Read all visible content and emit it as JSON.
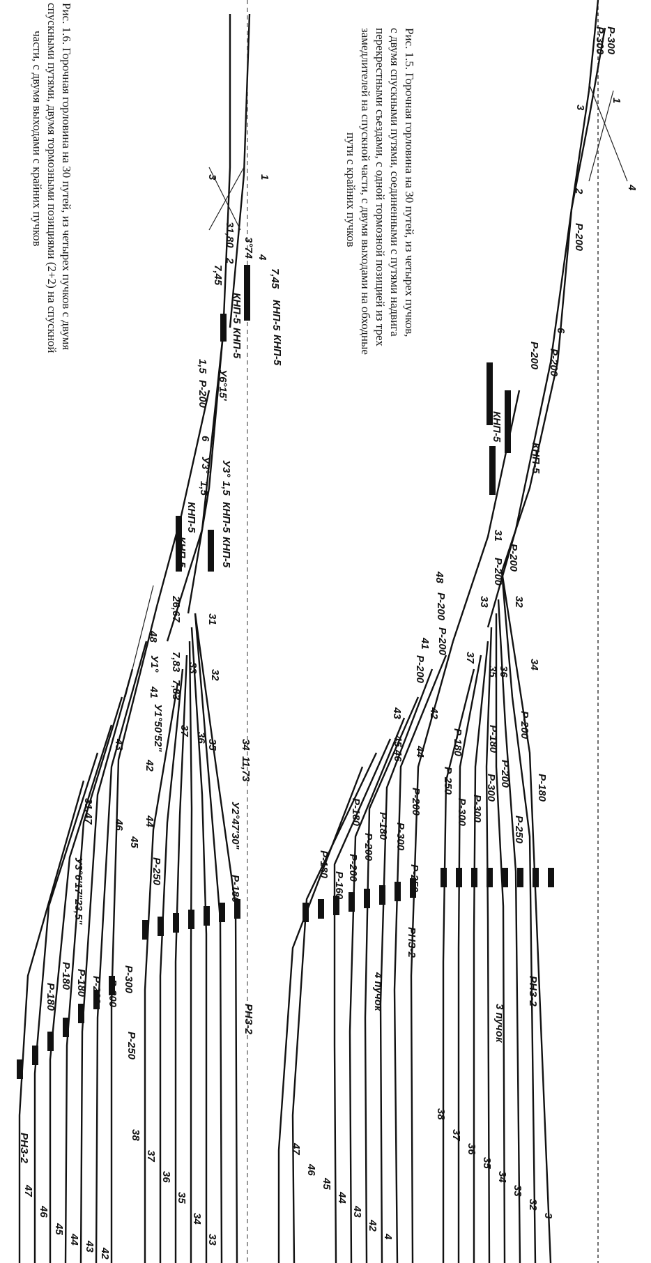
{
  "figure_1_5": {
    "caption_lines": [
      "Рис. 1.5. Горочная горловина на 30 путей, из четырех пучков,",
      "с двумя спускными путями, соединенными с путями надвига",
      "перекрестными съездами, с одной тормозной позицией из трех",
      "замедлителей на спускной части, с двумя выходами на обходные",
      "пути с крайних пучков"
    ],
    "labels": {
      "r300a": "Р-300",
      "r300b": "Р-300",
      "s1": "1",
      "s3": "3",
      "s2": "2",
      "s4": "4",
      "r200a": "Р-200",
      "s6": "6",
      "r200b": "Р-200",
      "r200c": "Р-200",
      "knp5a": "КНП-5",
      "knp5b": "КНП-5",
      "s31": "31",
      "r200d": "Р-200",
      "r200e": "Р-200",
      "s33": "33",
      "s32": "32",
      "s48": "48",
      "r200f": "Р-200",
      "s41": "41",
      "r200g": "Р-200",
      "r200h": "Р-200",
      "s43": "43",
      "s42": "42",
      "s37": "37",
      "s35": "35",
      "s36": "36",
      "s34": "34",
      "s44": "44",
      "s4546": "45 46",
      "r180a": "Р-180",
      "r200i": "Р-200",
      "r180b": "Р-180",
      "r200j": "Р-200",
      "r180c": "Р-180",
      "r300c": "Р-300",
      "r250a": "Р-250",
      "r300d": "Р-300",
      "r300e": "Р-300",
      "r250b": "Р-250",
      "r200k": "Р-200",
      "r300f": "Р-300",
      "r250c": "Р-250",
      "r180d": "Р-180",
      "r180e": "Р-180",
      "r200l": "Р-200",
      "r200m": "Р-200",
      "r160": "Р-160",
      "r180f": "Р-180",
      "rnz2a": "РНЗ-2",
      "rnz2b": "РНЗ-2",
      "bundle3": "3 пучок",
      "bundle4": "4 пучок",
      "t38": "38",
      "t37": "37",
      "t36": "36",
      "t35": "35",
      "t34": "34",
      "t33": "33",
      "t32": "32",
      "t31": "3",
      "t47": "47",
      "t46": "46",
      "t45": "45",
      "t44": "44",
      "t43": "43",
      "t42": "42",
      "t41": "4"
    }
  },
  "figure_1_6": {
    "caption_lines": [
      "Рис. 1.6. Горочная горловина на 30 путей, из четырех пучков с двумя",
      "спускными путями, двумя тормозными позициями (2+2) на спускной",
      "части, с двумя выходами с крайних пучков"
    ],
    "labels": {
      "s1": "1",
      "s3": "3",
      "s2": "2",
      "s4": "4",
      "d3180": "31,80",
      "d374": "3°74",
      "d745a": "7,45",
      "d745b": "7,45",
      "knp5a": "КНП-5",
      "knp5b": "КНП-5",
      "knp5c": "КНП-5",
      "knp5d": "КНП-5",
      "d15a": "1,5",
      "a615": "У6°15'",
      "r200a": "Р-200",
      "s6": "6",
      "a93": "У3°",
      "d15b": "1,5",
      "a93b": "У3°",
      "d15c": "1,5",
      "knp5e": "КНП-5",
      "knp5f": "КНП-5",
      "knp5g": "КНП-5",
      "knp5h": "КНП-5",
      "d2667": "26,67",
      "s48": "48",
      "a41": "У1°",
      "d783a": "7,83",
      "s33": "33",
      "s31": "31",
      "s32": "32",
      "d783b": "7,83",
      "s41": "41",
      "a4105": "У1°50'52\"",
      "s43": "43",
      "s42": "42",
      "s37": "37",
      "s36": "36",
      "s35": "35",
      "s34": "34",
      "d1173": "11,73",
      "d3147": "31,47",
      "s46": "46",
      "s45": "45",
      "s44": "44",
      "a2": "У2°47'30\"",
      "a3": "У3°6'17\"23,5\"",
      "r180a": "Р-180",
      "r250a": "Р-250",
      "r300a": "Р-300",
      "r200b": "Р-200",
      "r180b": "Р-180",
      "r180c": "Р-180",
      "r200c": "Р-200",
      "r250b": "Р-250",
      "r180d": "Р-180",
      "rnz2a": "РНЗ-2",
      "rnz2b": "РНЗ-2",
      "t38": "38",
      "t37": "37",
      "t36": "36",
      "t35": "35",
      "t34": "34",
      "t33": "33",
      "t47": "47",
      "t46": "46",
      "t45": "45",
      "t44": "44",
      "t43": "43",
      "t42": "42"
    }
  }
}
